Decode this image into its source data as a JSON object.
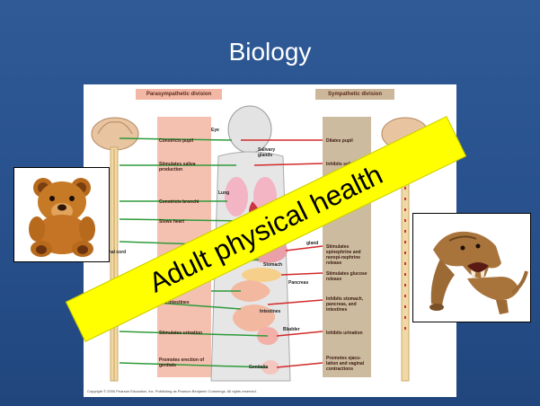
{
  "slide": {
    "title": "Biology",
    "banner_text": "Adult physical health",
    "colors": {
      "background": "#2a5490",
      "title_text": "#ffffff",
      "banner_fill": "#ffff00",
      "banner_text": "#000000"
    }
  },
  "diagram": {
    "header_left": "Parasympathetic division",
    "header_right": "Sympathetic division",
    "parasympathetic_labels": [
      "Constricts pupil",
      "Stimulates saliva production",
      "Constricts bronchi",
      "Slows heart",
      "and intestines",
      "Stimulates urination",
      "Promotes erection of genitals"
    ],
    "sympathetic_labels": [
      "Dilates pupil",
      "Inhibits saliva",
      "Stimulates epinephrine and norepi-nephrine release",
      "Stimulates glucose release",
      "Inhibits stomach, pancreas, and intestines",
      "Inhibits urination",
      "Promotes ejacu-lation and vaginal contractions"
    ],
    "organ_labels": [
      "Eye",
      "Salivary glands",
      "Lung",
      "Stomach",
      "Pancreas",
      "Intestines",
      "Bladder",
      "Genitalia",
      "Spinal cord",
      "gland"
    ],
    "copyright": "Copyright © 2000 Pearson Education, Inc. Publishing as Pearson Benjamin Cummings. All rights reserved."
  },
  "images": {
    "left_photo": "teddy-bear",
    "right_photo": "saber-tooth-tiger"
  }
}
